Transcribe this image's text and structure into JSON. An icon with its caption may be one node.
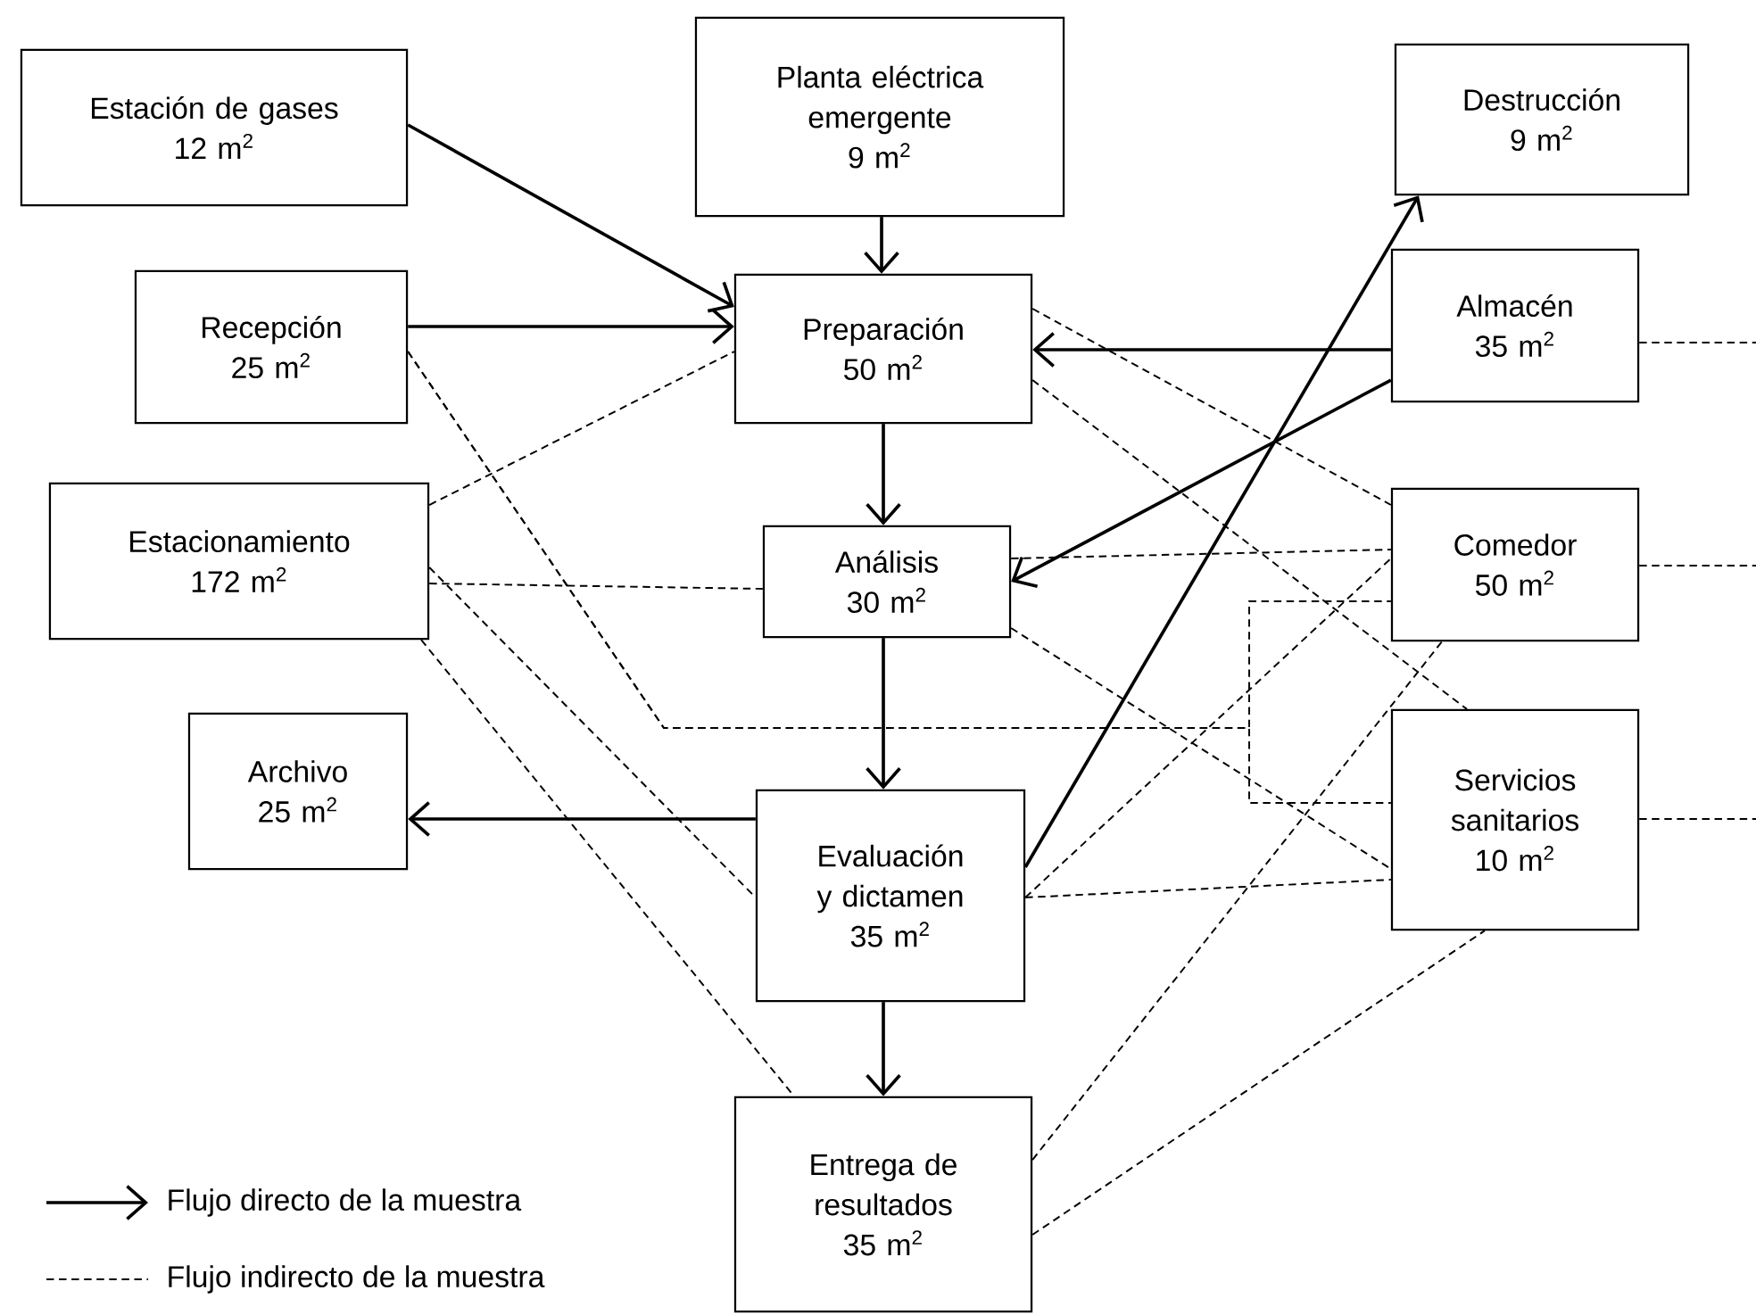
{
  "diagram": {
    "nodes": [
      {
        "text": [
          "Estación de gases",
          "12 m$^{2}$"
        ]
      },
      {
        "text": [
          "Planta eléctrica emergente",
          "9 m$^{2}$"
        ]
      },
      {
        "text": [
          "Destrucción",
          "9 m$^{2}$"
        ]
      },
      {
        "text": [
          "Recepción",
          "25 m$^{2}$"
        ]
      },
      {
        "text": [
          "Preparación",
          "50 m$^{2}$"
        ]
      },
      {
        "text": [
          "Almacén",
          "35 m$^{2}$"
        ]
      },
      {
        "text": [
          "Estacionamiento",
          "172 m$^{2}$"
        ]
      },
      {
        "text": [
          "Análisis",
          "30 m$^{2}$"
        ]
      },
      {
        "text": [
          "Comedor",
          "50 m$^{2}$"
        ]
      },
      {
        "text": [
          "Archivo",
          "25 m$^{2}$"
        ]
      },
      {
        "text": [
          "Evaluación y dictamen",
          "35 m$^{2}$"
        ]
      },
      {
        "text": [
          "Servicios sanitarios",
          "10 m$^{2}$"
        ]
      },
      {
        "text": [
          "Entrega de resultados",
          "35 m$^{2}$"
        ]
      }
    ],
    "edges": [
      {
        "from": 0,
        "to": 4,
        "arrow": "to"
      },
      {
        "from": 1,
        "to": 4,
        "arrow": "to"
      },
      {
        "from": 3,
        "to": 4,
        "arrow": "to"
      },
      {
        "from": 5,
        "to": 4,
        "arrow": "to"
      },
      {
        "from": 4,
        "to": 7,
        "arrow": "to"
      },
      {
        "from": 5,
        "to": 7,
        "arrow": "to"
      },
      {
        "from": 7,
        "to": 10,
        "arrow": "to"
      },
      {
        "from": 10,
        "to": 9,
        "arrow": "to"
      },
      {
        "from": 10,
        "to": 12,
        "arrow": "to"
      },
      {
        "from": 10,
        "to": 2,
        "arrow": "to"
      },
      {
        "from": 3,
        "to": 8,
        "arrow": "none",
        "style": "dashed"
      },
      {
        "from": 3,
        "to": 11,
        "arrow": "none",
        "style": "dashed"
      },
      {
        "from": 6,
        "to": 4,
        "arrow": "none",
        "style": "dashed"
      },
      {
        "from": 6,
        "to": 7,
        "arrow": "none",
        "style": "dashed"
      },
      {
        "from": 6,
        "to": 10,
        "arrow": "none",
        "style": "dashed"
      },
      {
        "from": 6,
        "to": 12,
        "arrow": "none",
        "style": "dashed"
      },
      {
        "from": 4,
        "to": 8,
        "arrow": "none",
        "style": "dashed"
      },
      {
        "from": 4,
        "to": 11,
        "arrow": "none",
        "style": "dashed"
      },
      {
        "from": 7,
        "to": 8,
        "arrow": "none",
        "style": "dashed"
      },
      {
        "from": 7,
        "to": 11,
        "arrow": "none",
        "style": "dashed"
      },
      {
        "from": 10,
        "to": 8,
        "arrow": "none",
        "style": "dashed"
      },
      {
        "from": 10,
        "to": 11,
        "arrow": "none",
        "style": "dashed"
      },
      {
        "from": 12,
        "to": 8,
        "arrow": "none",
        "style": "dashed"
      },
      {
        "from": 12,
        "to": 11,
        "arrow": "none",
        "style": "dashed"
      },
      {
        "from": 5,
        "to": null,
        "arrow": "none",
        "style": "dashed"
      },
      {
        "from": 8,
        "to": null,
        "arrow": "none",
        "style": "dashed"
      },
      {
        "from": 11,
        "to": null,
        "arrow": "none",
        "style": "dashed"
      }
    ],
    "legend": [
      {
        "text": "Flujo directo de la muestra"
      },
      {
        "text": "Flujo indirecto de la muestra"
      }
    ]
  }
}
